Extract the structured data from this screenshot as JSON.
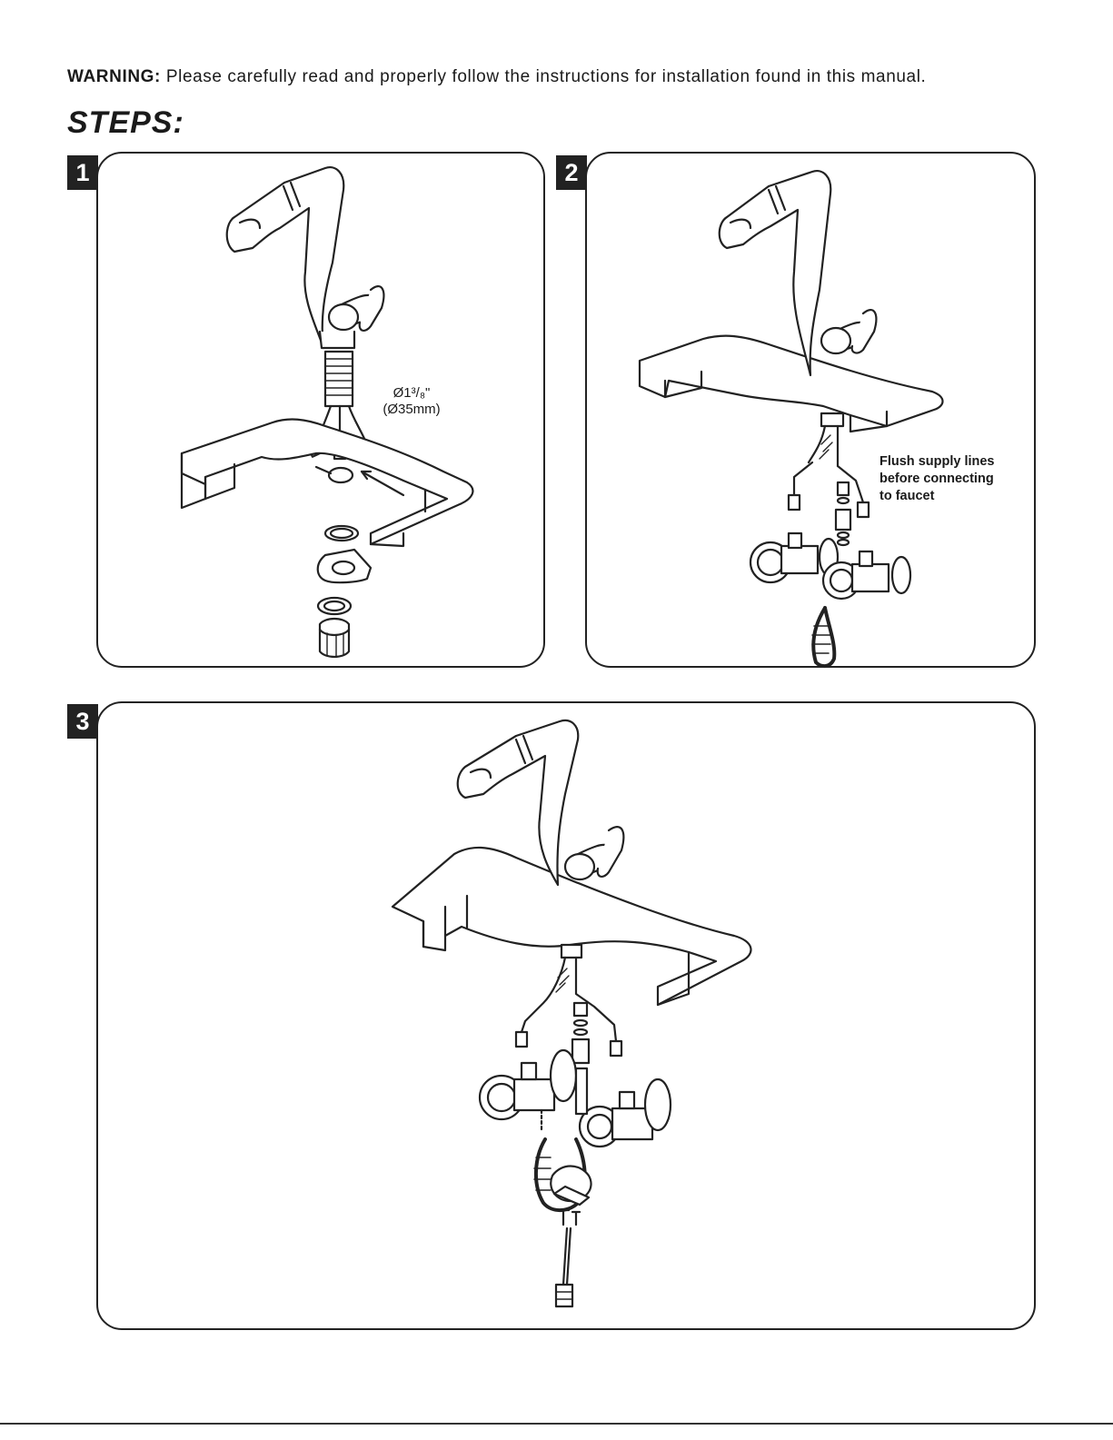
{
  "header": {
    "warning_label": "WARNING:",
    "warning_text": "Please carefully read and properly follow the instructions for installation found in this manual.",
    "steps_title": "STEPS:"
  },
  "steps": [
    {
      "number": "1",
      "dim_imperial": "Ø1³/₈\"",
      "dim_metric": "(Ø35mm)"
    },
    {
      "number": "2",
      "note_line1": "Flush supply lines",
      "note_line2": "before connecting",
      "note_line3": "to faucet"
    },
    {
      "number": "3"
    }
  ]
}
